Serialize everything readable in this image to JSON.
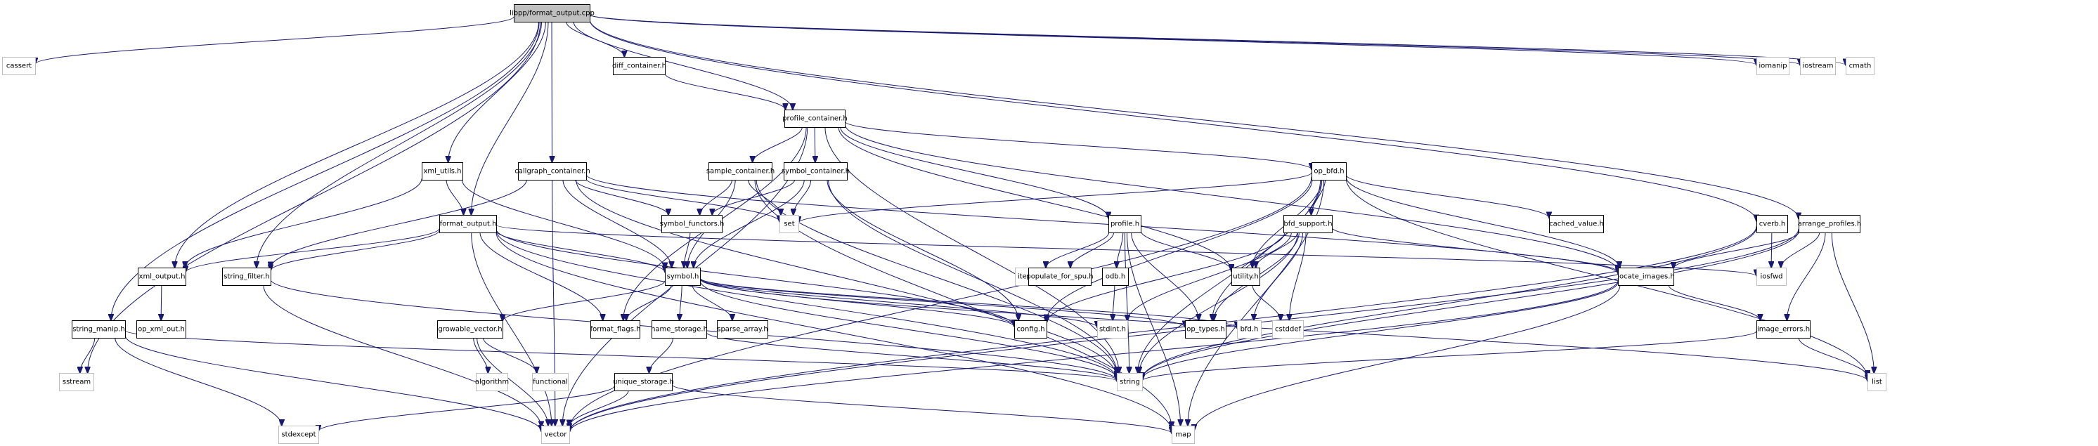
{
  "title": "libpp/format_output.cpp",
  "legend": {
    "colors": {
      "edge": "#191970",
      "root_fill": "#bfbfbf",
      "documented_border": "#000000",
      "external_border": "#bfbfbf",
      "undocumented_border": "#ff0000"
    }
  },
  "nodes": [
    {
      "id": "root",
      "label": "libpp/format_output.cpp",
      "kind": "root"
    },
    {
      "id": "cassert",
      "label": "cassert",
      "kind": "external"
    },
    {
      "id": "diff_container",
      "label": "diff_container.h",
      "kind": "documented"
    },
    {
      "id": "iomanip",
      "label": "iomanip",
      "kind": "external"
    },
    {
      "id": "iostream",
      "label": "iostream",
      "kind": "external"
    },
    {
      "id": "cmath",
      "label": "cmath",
      "kind": "external"
    },
    {
      "id": "profile_container",
      "label": "profile_container.h",
      "kind": "documented"
    },
    {
      "id": "xml_utils",
      "label": "xml_utils.h",
      "kind": "documented"
    },
    {
      "id": "callgraph_container",
      "label": "callgraph_container.h",
      "kind": "documented"
    },
    {
      "id": "sample_container",
      "label": "sample_container.h",
      "kind": "documented"
    },
    {
      "id": "symbol_container",
      "label": "symbol_container.h",
      "kind": "documented"
    },
    {
      "id": "op_bfd",
      "label": "op_bfd.h",
      "kind": "documented"
    },
    {
      "id": "format_output_h",
      "label": "format_output.h",
      "kind": "documented"
    },
    {
      "id": "symbol_functors",
      "label": "symbol_functors.h",
      "kind": "documented"
    },
    {
      "id": "set",
      "label": "set",
      "kind": "external"
    },
    {
      "id": "profile_h",
      "label": "profile.h",
      "kind": "documented"
    },
    {
      "id": "bfd_support",
      "label": "bfd_support.h",
      "kind": "documented"
    },
    {
      "id": "cached_value",
      "label": "cached_value.h",
      "kind": "undocumented"
    },
    {
      "id": "cverb",
      "label": "cverb.h",
      "kind": "documented"
    },
    {
      "id": "arrange_profiles",
      "label": "arrange_profiles.h",
      "kind": "documented"
    },
    {
      "id": "xml_output",
      "label": "xml_output.h",
      "kind": "documented"
    },
    {
      "id": "string_filter",
      "label": "string_filter.h",
      "kind": "documented"
    },
    {
      "id": "symbol_h",
      "label": "symbol.h",
      "kind": "documented"
    },
    {
      "id": "iterator",
      "label": "iterator",
      "kind": "external"
    },
    {
      "id": "populate_for_spu",
      "label": "populate_for_spu.h",
      "kind": "documented"
    },
    {
      "id": "odb",
      "label": "odb.h",
      "kind": "undocumented"
    },
    {
      "id": "utility",
      "label": "utility.h",
      "kind": "documented"
    },
    {
      "id": "locate_images",
      "label": "locate_images.h",
      "kind": "documented"
    },
    {
      "id": "iosfwd",
      "label": "iosfwd",
      "kind": "external"
    },
    {
      "id": "string_manip",
      "label": "string_manip.h",
      "kind": "documented"
    },
    {
      "id": "op_xml_out",
      "label": "op_xml_out.h",
      "kind": "documented"
    },
    {
      "id": "growable_vector",
      "label": "growable_vector.h",
      "kind": "documented"
    },
    {
      "id": "format_flags",
      "label": "format_flags.h",
      "kind": "documented"
    },
    {
      "id": "name_storage",
      "label": "name_storage.h",
      "kind": "documented"
    },
    {
      "id": "sparse_array",
      "label": "sparse_array.h",
      "kind": "documented"
    },
    {
      "id": "config",
      "label": "config.h",
      "kind": "documented"
    },
    {
      "id": "stdint",
      "label": "stdint.h",
      "kind": "external"
    },
    {
      "id": "op_types",
      "label": "op_types.h",
      "kind": "undocumented"
    },
    {
      "id": "bfd_h",
      "label": "bfd.h",
      "kind": "external"
    },
    {
      "id": "cstddef",
      "label": "cstddef",
      "kind": "external"
    },
    {
      "id": "image_errors",
      "label": "image_errors.h",
      "kind": "documented"
    },
    {
      "id": "sstream",
      "label": "sstream",
      "kind": "external"
    },
    {
      "id": "algorithm",
      "label": "algorithm",
      "kind": "external"
    },
    {
      "id": "functional",
      "label": "functional",
      "kind": "external"
    },
    {
      "id": "unique_storage",
      "label": "unique_storage.h",
      "kind": "documented"
    },
    {
      "id": "string",
      "label": "string",
      "kind": "external"
    },
    {
      "id": "list",
      "label": "list",
      "kind": "external"
    },
    {
      "id": "stdexcept",
      "label": "stdexcept",
      "kind": "external"
    },
    {
      "id": "vector",
      "label": "vector",
      "kind": "external"
    },
    {
      "id": "map",
      "label": "map",
      "kind": "external"
    }
  ],
  "edges": [
    [
      "root",
      "cassert"
    ],
    [
      "root",
      "diff_container"
    ],
    [
      "root",
      "iomanip"
    ],
    [
      "root",
      "iostream"
    ],
    [
      "root",
      "cmath"
    ],
    [
      "root",
      "profile_container"
    ],
    [
      "root",
      "xml_utils"
    ],
    [
      "root",
      "callgraph_container"
    ],
    [
      "root",
      "format_output_h"
    ],
    [
      "root",
      "xml_output"
    ],
    [
      "root",
      "string_filter"
    ],
    [
      "root",
      "string_manip"
    ],
    [
      "root",
      "sstream"
    ],
    [
      "root",
      "cverb"
    ],
    [
      "root",
      "arrange_profiles"
    ],
    [
      "diff_container",
      "profile_container"
    ],
    [
      "profile_container",
      "sample_container"
    ],
    [
      "profile_container",
      "symbol_container"
    ],
    [
      "profile_container",
      "op_bfd"
    ],
    [
      "profile_container",
      "profile_h"
    ],
    [
      "profile_container",
      "utility"
    ],
    [
      "profile_container",
      "locate_images"
    ],
    [
      "profile_container",
      "format_flags"
    ],
    [
      "profile_container",
      "vector"
    ],
    [
      "profile_container",
      "string"
    ],
    [
      "xml_utils",
      "format_output_h"
    ],
    [
      "xml_utils",
      "xml_output"
    ],
    [
      "xml_utils",
      "symbol_h"
    ],
    [
      "callgraph_container",
      "symbol_functors"
    ],
    [
      "callgraph_container",
      "symbol_h"
    ],
    [
      "callgraph_container",
      "set"
    ],
    [
      "callgraph_container",
      "string_filter"
    ],
    [
      "callgraph_container",
      "locate_images"
    ],
    [
      "callgraph_container",
      "vector"
    ],
    [
      "callgraph_container",
      "string"
    ],
    [
      "sample_container",
      "symbol_functors"
    ],
    [
      "sample_container",
      "symbol_h"
    ],
    [
      "sample_container",
      "set"
    ],
    [
      "sample_container",
      "map"
    ],
    [
      "sample_container",
      "string"
    ],
    [
      "symbol_container",
      "symbol_functors"
    ],
    [
      "symbol_container",
      "symbol_h"
    ],
    [
      "symbol_container",
      "set"
    ],
    [
      "symbol_container",
      "config"
    ],
    [
      "symbol_container",
      "string"
    ],
    [
      "op_bfd",
      "bfd_support"
    ],
    [
      "op_bfd",
      "cached_value"
    ],
    [
      "op_bfd",
      "utility"
    ],
    [
      "op_bfd",
      "locate_images"
    ],
    [
      "op_bfd",
      "op_types"
    ],
    [
      "op_bfd",
      "set"
    ],
    [
      "op_bfd",
      "config"
    ],
    [
      "op_bfd",
      "list"
    ],
    [
      "op_bfd",
      "string"
    ],
    [
      "op_bfd",
      "map"
    ],
    [
      "op_bfd",
      "vector"
    ],
    [
      "format_output_h",
      "xml_output"
    ],
    [
      "format_output_h",
      "string_filter"
    ],
    [
      "format_output_h",
      "symbol_h"
    ],
    [
      "format_output_h",
      "format_flags"
    ],
    [
      "format_output_h",
      "config"
    ],
    [
      "format_output_h",
      "iosfwd"
    ],
    [
      "format_output_h",
      "string"
    ],
    [
      "format_output_h",
      "map"
    ],
    [
      "format_output_h",
      "vector"
    ],
    [
      "symbol_functors",
      "symbol_h"
    ],
    [
      "profile_h",
      "iterator"
    ],
    [
      "profile_h",
      "populate_for_spu"
    ],
    [
      "profile_h",
      "odb"
    ],
    [
      "profile_h",
      "utility"
    ],
    [
      "profile_h",
      "op_types"
    ],
    [
      "profile_h",
      "string"
    ],
    [
      "profile_h",
      "map"
    ],
    [
      "bfd_support",
      "utility"
    ],
    [
      "bfd_support",
      "locate_images"
    ],
    [
      "bfd_support",
      "op_types"
    ],
    [
      "bfd_support",
      "bfd_h"
    ],
    [
      "bfd_support",
      "stdint"
    ],
    [
      "bfd_support",
      "config"
    ],
    [
      "bfd_support",
      "string"
    ],
    [
      "bfd_support",
      "cstddef"
    ],
    [
      "cverb",
      "iosfwd"
    ],
    [
      "cverb",
      "string"
    ],
    [
      "cverb",
      "vector"
    ],
    [
      "arrange_profiles",
      "locate_images"
    ],
    [
      "arrange_profiles",
      "image_errors"
    ],
    [
      "arrange_profiles",
      "iosfwd"
    ],
    [
      "arrange_profiles",
      "list"
    ],
    [
      "arrange_profiles",
      "string"
    ],
    [
      "arrange_profiles",
      "vector"
    ],
    [
      "xml_output",
      "op_xml_out"
    ],
    [
      "string_filter",
      "string"
    ],
    [
      "string_filter",
      "vector"
    ],
    [
      "symbol_h",
      "growable_vector"
    ],
    [
      "symbol_h",
      "format_flags"
    ],
    [
      "symbol_h",
      "name_storage"
    ],
    [
      "symbol_h",
      "sparse_array"
    ],
    [
      "symbol_h",
      "config"
    ],
    [
      "symbol_h",
      "stdint"
    ],
    [
      "symbol_h",
      "op_types"
    ],
    [
      "symbol_h",
      "bfd_h"
    ],
    [
      "symbol_h",
      "string"
    ],
    [
      "symbol_h",
      "list"
    ],
    [
      "odb",
      "stdint"
    ],
    [
      "utility",
      "cstddef"
    ],
    [
      "locate_images",
      "image_errors"
    ],
    [
      "locate_images",
      "string"
    ],
    [
      "locate_images",
      "map"
    ],
    [
      "locate_images",
      "vector"
    ],
    [
      "string_manip",
      "sstream"
    ],
    [
      "string_manip",
      "string"
    ],
    [
      "string_manip",
      "stdexcept"
    ],
    [
      "string_manip",
      "vector"
    ],
    [
      "growable_vector",
      "algorithm"
    ],
    [
      "growable_vector",
      "functional"
    ],
    [
      "growable_vector",
      "vector"
    ],
    [
      "name_storage",
      "unique_storage"
    ],
    [
      "name_storage",
      "string"
    ],
    [
      "unique_storage",
      "stdexcept"
    ],
    [
      "unique_storage",
      "vector"
    ],
    [
      "unique_storage",
      "map"
    ],
    [
      "image_errors",
      "string"
    ],
    [
      "image_errors",
      "list"
    ]
  ]
}
